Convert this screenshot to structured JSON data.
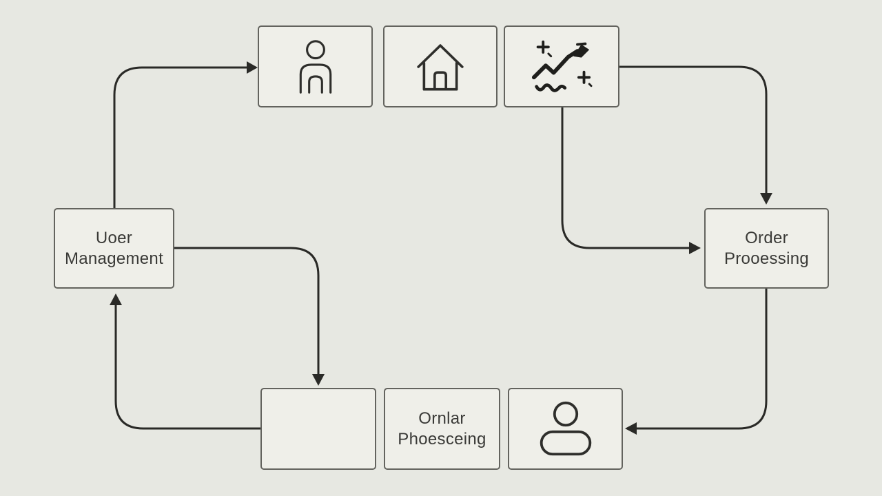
{
  "diagram": {
    "type": "flowchart",
    "background_color": "#e7e8e2",
    "box_fill_color": "#efefe9",
    "box_border_color": "#63635e",
    "arrow_color": "#2a2a27",
    "text_color": "#3a3a37",
    "nodes": {
      "top_left": {
        "label": "",
        "icon": "person-outline-icon"
      },
      "top_middle": {
        "label": "",
        "icon": "house-icon"
      },
      "top_right": {
        "label": "",
        "icon": "trending-chart-sketch-icon"
      },
      "mid_left": {
        "label": "Uoer\nManagement",
        "icon": ""
      },
      "mid_right": {
        "label": "Order\nProoessing",
        "icon": ""
      },
      "bottom_left": {
        "label": "",
        "icon": ""
      },
      "bottom_middle": {
        "label": "Ornlar\nPhoesceing",
        "icon": ""
      },
      "bottom_right": {
        "label": "",
        "icon": "person-icon"
      }
    },
    "edges": [
      {
        "from": "mid_left",
        "to": "top_left",
        "route": "up-then-right",
        "arrowhead": "right"
      },
      {
        "from": "top_right",
        "to": "mid_right",
        "route": "right-then-down",
        "arrowhead": "down"
      },
      {
        "from": "top_right",
        "to": "mid_right",
        "route": "down-then-right",
        "arrowhead": "right"
      },
      {
        "from": "mid_right",
        "to": "bottom_right",
        "route": "down-then-left",
        "arrowhead": "left"
      },
      {
        "from": "mid_left",
        "to": "bottom_left",
        "route": "right-then-down",
        "arrowhead": "down"
      },
      {
        "from": "bottom_left",
        "to": "mid_left",
        "route": "left-then-up",
        "arrowhead": "up"
      }
    ]
  }
}
